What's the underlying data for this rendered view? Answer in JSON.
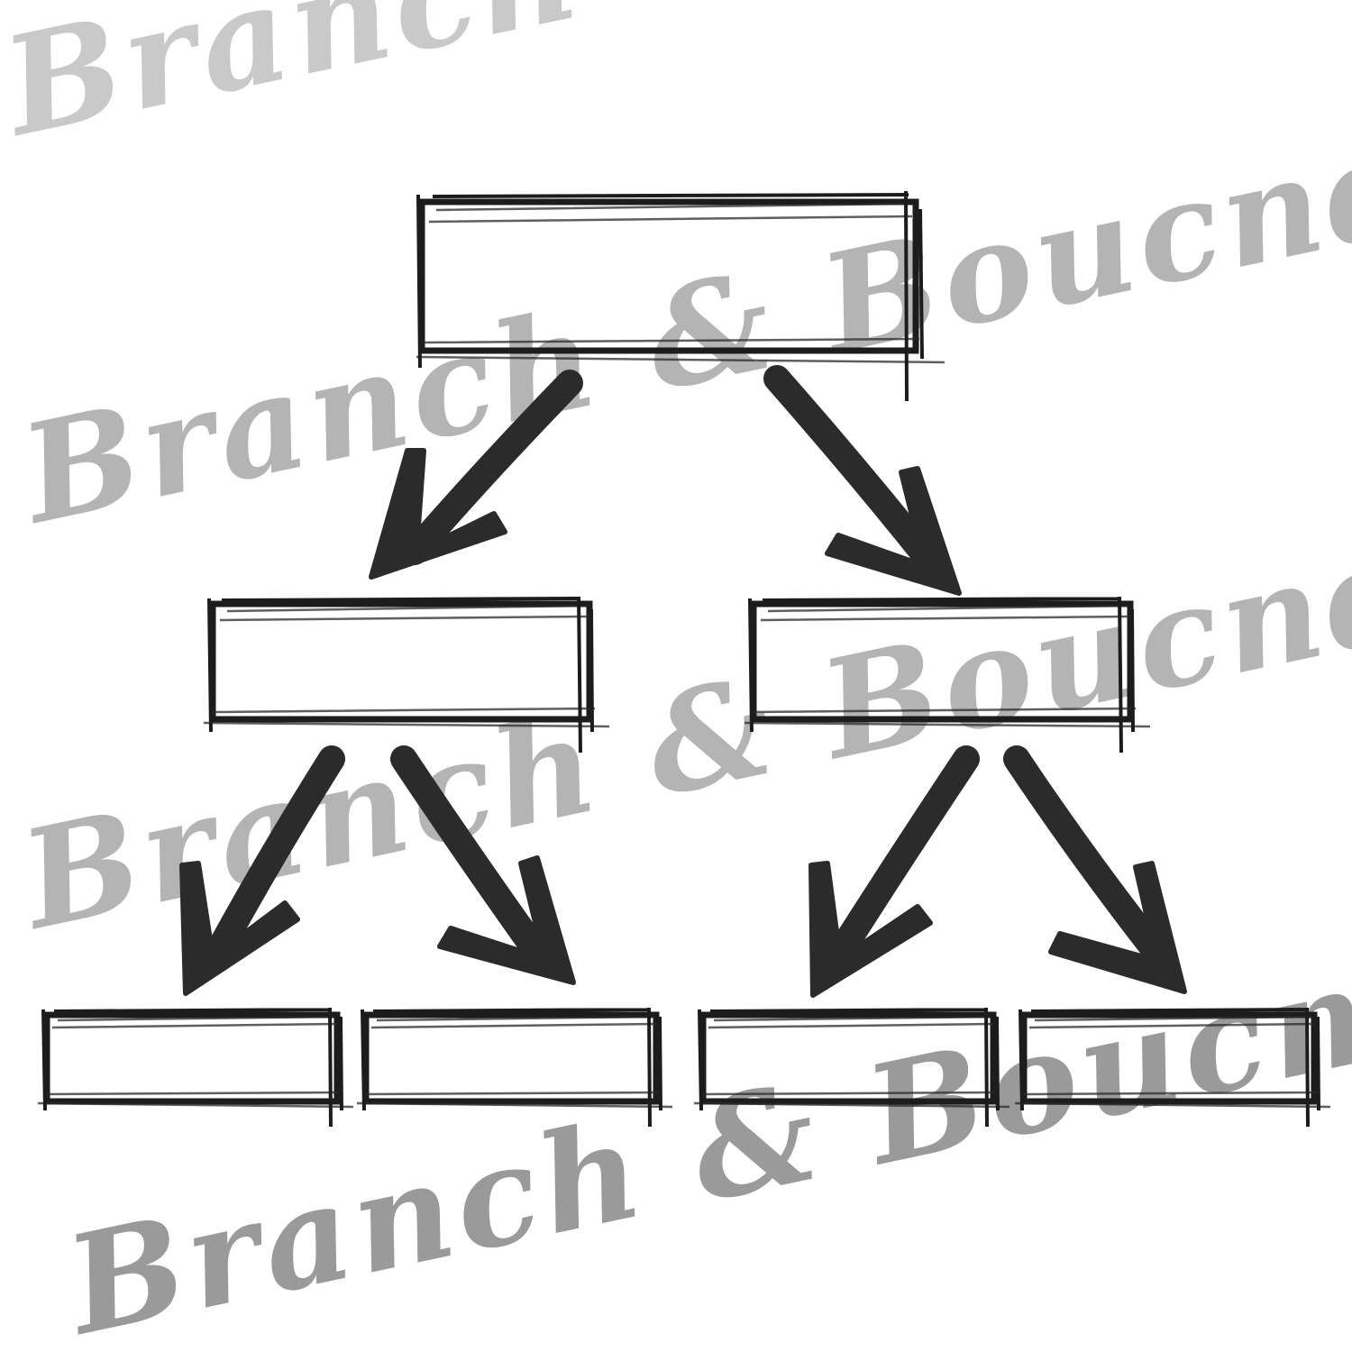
{
  "watermark": {
    "lines": [
      "Branch & B",
      "Branch & Boucnd",
      "Branch & Boucnd",
      "Branch & Boucnd"
    ]
  },
  "diagram": {
    "structure": "binary tree",
    "levels": [
      {
        "boxes": [
          {
            "id": "root",
            "label": ""
          }
        ]
      },
      {
        "boxes": [
          {
            "id": "node-left",
            "label": ""
          },
          {
            "id": "node-right",
            "label": ""
          }
        ]
      },
      {
        "boxes": [
          {
            "id": "leaf-1",
            "label": ""
          },
          {
            "id": "leaf-2",
            "label": ""
          },
          {
            "id": "leaf-3",
            "label": ""
          },
          {
            "id": "leaf-4",
            "label": ""
          }
        ]
      }
    ],
    "edges": [
      {
        "from": "root",
        "to": "node-left"
      },
      {
        "from": "root",
        "to": "node-right"
      },
      {
        "from": "node-left",
        "to": "leaf-1"
      },
      {
        "from": "node-left",
        "to": "leaf-2"
      },
      {
        "from": "node-right",
        "to": "leaf-3"
      },
      {
        "from": "node-right",
        "to": "leaf-4"
      }
    ],
    "colors": {
      "ink": "#1c1c1c",
      "arrow": "#2b2b2b",
      "watermark": "#b4b4b4",
      "background": "#ffffff"
    }
  }
}
